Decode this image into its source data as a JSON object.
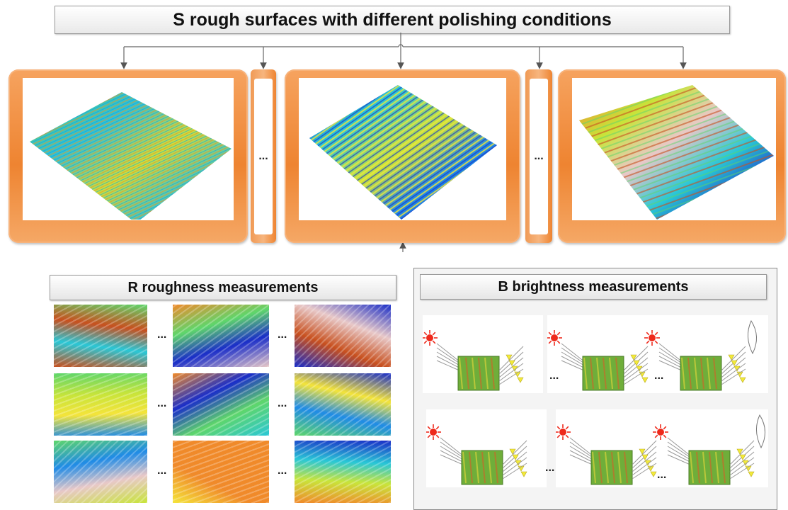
{
  "title": "S rough surfaces with different polishing conditions",
  "ellipsis": "...",
  "roughness_section": {
    "title": "R roughness measurements"
  },
  "brightness_section": {
    "title": "B brightness measurements"
  },
  "colors": {
    "frame_orange": "#ee8431",
    "surface_palette": [
      "#1a2ec8",
      "#1f8be6",
      "#29c7d6",
      "#5ed66b",
      "#c8e43a",
      "#f4e43a",
      "#f08a2a",
      "#c8501e",
      "#e8c8c8"
    ],
    "light_source": "#ee2a1c",
    "detector": "#f2ea3a"
  },
  "icons": [
    "sun-light-source-icon",
    "lens-icon",
    "detector-triangle-icon",
    "surface-patch-icon"
  ]
}
